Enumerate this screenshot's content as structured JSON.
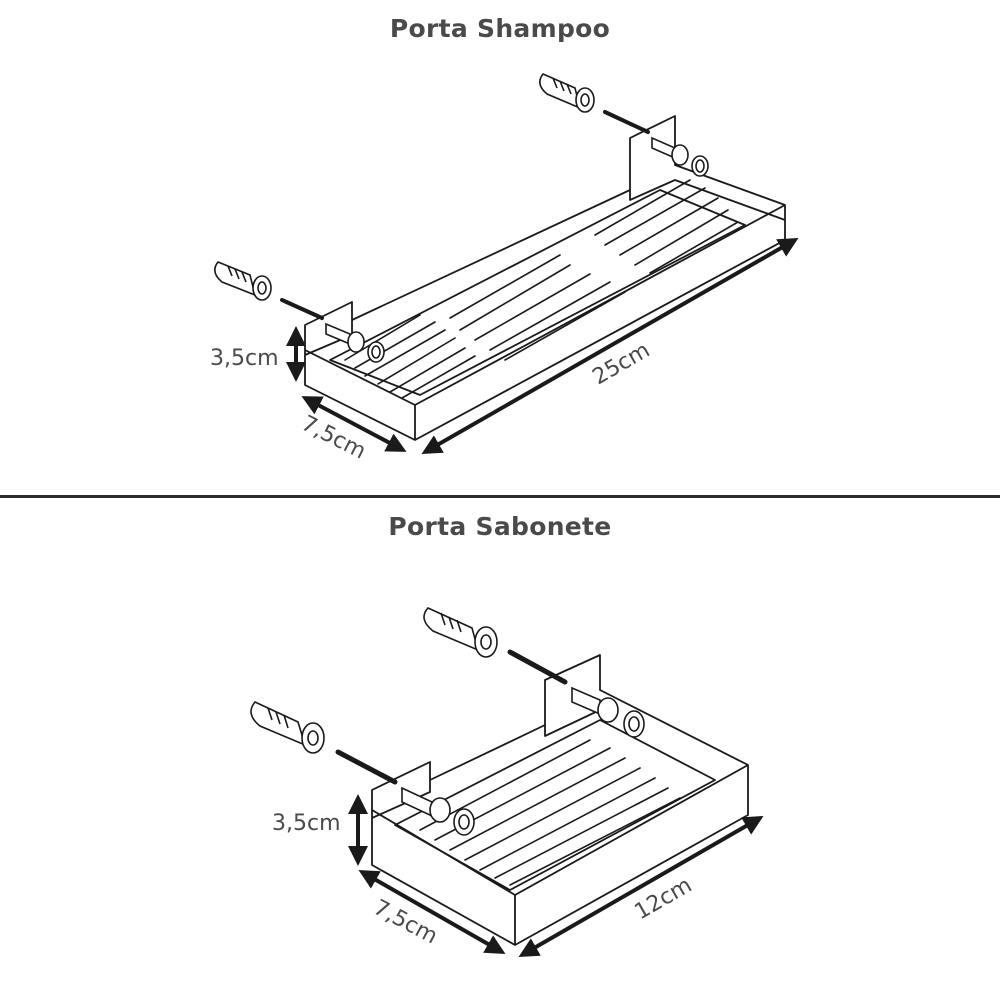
{
  "shampoo": {
    "title": "Porta Shampoo",
    "height_label": "3,5cm",
    "depth_label": "7,5cm",
    "length_label": "25cm"
  },
  "soap": {
    "title": "Porta Sabonete",
    "height_label": "3,5cm",
    "depth_label": "7,5cm",
    "length_label": "12cm"
  },
  "colors": {
    "title_text": "#4a4a4a",
    "line": "#1a1a1a",
    "divider": "#2a2a2a"
  }
}
